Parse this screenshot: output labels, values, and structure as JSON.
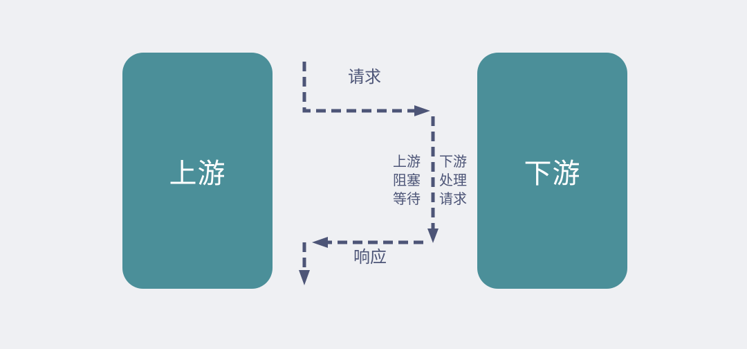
{
  "nodes": {
    "upstream": "上游",
    "downstream": "下游"
  },
  "labels": {
    "request": "请求",
    "response": "响应",
    "upstream_wait": [
      "上游",
      "阻塞",
      "等待"
    ],
    "downstream_process": [
      "下游",
      "处理",
      "请求"
    ]
  },
  "colors": {
    "background": "#eff0f3",
    "node_fill": "#4b8f99",
    "node_text": "#ffffff",
    "line": "#4d5577"
  }
}
